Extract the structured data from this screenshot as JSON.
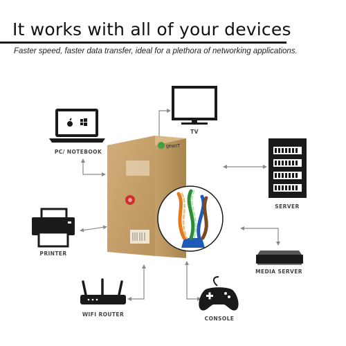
{
  "header": {
    "headline": "It works with all of your devices",
    "tagline": "Faster speed, faster data transfer, ideal for a plethora of  networking applications."
  },
  "devices": {
    "pc_notebook": "PC/ NOTEBOOK",
    "tv": "TV",
    "server": "SERVER",
    "printer": "PRINTER",
    "media_server": "MEDIA SERVER",
    "wifi_router": "WIFI ROUTER",
    "console": "CONSOLE"
  },
  "box": {
    "brand": "gearIT"
  },
  "colors": {
    "ink": "#1a1a1a",
    "arrow": "#8a8a8a",
    "cardboard": "#c9a470",
    "cable_blue": "#1e5bb8",
    "cable_green": "#2e8b3a",
    "cable_orange": "#e07a1f",
    "cable_brown": "#7a4a22"
  }
}
